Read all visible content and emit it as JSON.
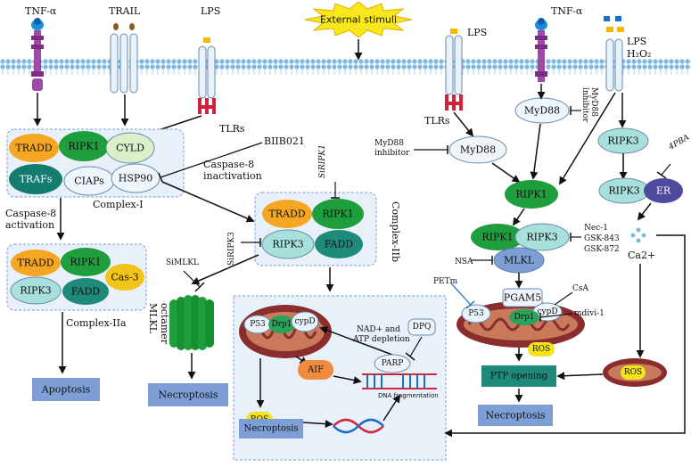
{
  "colors": {
    "membrane": "#7fb8e0",
    "orange": "#f5a623",
    "green": "#1e9e3c",
    "lightgreen": "#d9f0c8",
    "teal": "#1e8b7a",
    "lightcyan": "#a8e0dc",
    "yellow": "#f2c418",
    "purple": "#4e4aa0",
    "blueBox": "#7d9fd6",
    "mito": "#8b2d2d"
  },
  "top": {
    "tnf_left": "TNF-α",
    "trail": "TRAIL",
    "lps_left": "LPS",
    "external": "External stimuli",
    "lps_mid": "LPS",
    "tnf_right": "TNF-α",
    "lps_right": "LPS",
    "h2o2": "H₂O₂"
  },
  "receptors": {
    "tlrs_left": "TLRs",
    "tlrs_mid": "TLRs"
  },
  "complex1": {
    "tradd": "TRADD",
    "ripk1": "RIPK1",
    "cyld": "CYLD",
    "trafs": "TRAFs",
    "ciaps": "CIAPs",
    "hsp90": "HSP90",
    "name": "Complex-I"
  },
  "labels": {
    "biib021": "BIIB021",
    "casp8_inact_1": "Caspase-8",
    "casp8_inact_2": "inactivation",
    "casp8_act_1": "Caspase-8",
    "casp8_act_2": "activation",
    "siripk1": "SiRIPK1",
    "siripk3": "SiRIPK3",
    "simlkl": "SiMLKL",
    "mlkl_octamer_1": "MLKL",
    "mlkl_octamer_2": "octamer",
    "myd88_inhib_mid_1": "MyD88",
    "myd88_inhib_mid_2": "inhibitor",
    "myd88_inhib_right_1": "MyD88",
    "myd88_inhib_right_2": "inhibitor",
    "nec1": "Nec-1",
    "gsk843": "GSK-843",
    "gsk872": "GSK-872",
    "nsa": "NSA",
    "petm": "PETm",
    "csa": "CsA",
    "mdivi": "mdivi-1",
    "pba": "4PBA",
    "ca": "Ca2+",
    "nad_1": "NAD+ and",
    "nad_2": "ATP depletion",
    "dna_frag": "DNA fragmentation"
  },
  "complex2a": {
    "tradd": "TRADD",
    "ripk1": "RIPK1",
    "cas3": "Cas-3",
    "ripk3": "RIPK3",
    "fadd": "FADD",
    "name": "Complex-IIa"
  },
  "complex2b": {
    "tradd": "TRADD",
    "ripk1": "RIPK1",
    "ripk3": "RIPK3",
    "fadd": "FADD",
    "name": "Complex-IIb"
  },
  "right": {
    "myd88_top": "MyD88",
    "myd88_mid": "MyD88",
    "ripk1": "RIPK1",
    "ripk1b": "RIPK1",
    "ripk3b": "RIPK3",
    "mlkl": "MLKL",
    "pgam5": "PGAM5",
    "cypd": "cypD",
    "p53": "P53",
    "drp1": "Drp1",
    "ros": "ROS",
    "ptp": "PTP opening",
    "ripk3_top": "RIPK3",
    "ripk3_er": "RIPK3",
    "er": "ER",
    "ros_mito": "ROS"
  },
  "bottom_box": {
    "p53": "P53",
    "drp1": "Drp1",
    "cypd": "cypD",
    "aif": "AIF",
    "dpq": "DPQ",
    "parp": "PARP",
    "ros": "ROS"
  },
  "outcomes": {
    "apoptosis": "Apoptosis",
    "necroptosis_1": "Necroptosis",
    "necroptosis_2": "Necroptosis",
    "necroptosis_3": "Necroptosis"
  }
}
